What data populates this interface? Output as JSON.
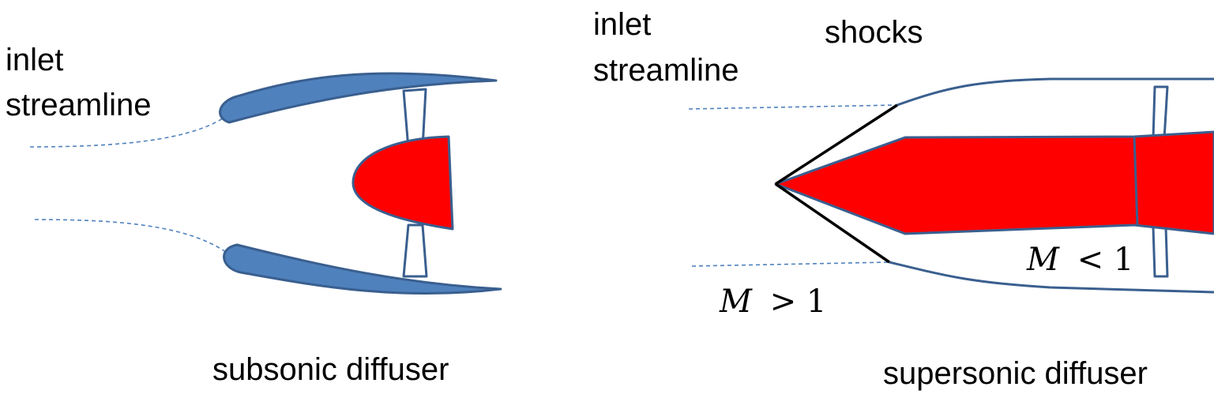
{
  "colors": {
    "nacelle_fill": "#4f81bd",
    "nacelle_stroke": "#3a5f8f",
    "centerbody_fill": "#ff0000",
    "blade_stroke": "#3a5f8f",
    "streamline": "#4f81bd",
    "shock": "#000000",
    "text": "#000000"
  },
  "subsonic": {
    "streamline_label_line1": "inlet",
    "streamline_label_line2": "streamline",
    "caption": "subsonic diffuser"
  },
  "supersonic": {
    "streamline_label_line1": "inlet",
    "streamline_label_line2": "streamline",
    "shocks_label": "shocks",
    "mach_upstream": {
      "var": "M",
      "rel": "> 1"
    },
    "mach_downstream": {
      "var": "M",
      "rel": "< 1"
    },
    "caption": "supersonic diffuser"
  }
}
